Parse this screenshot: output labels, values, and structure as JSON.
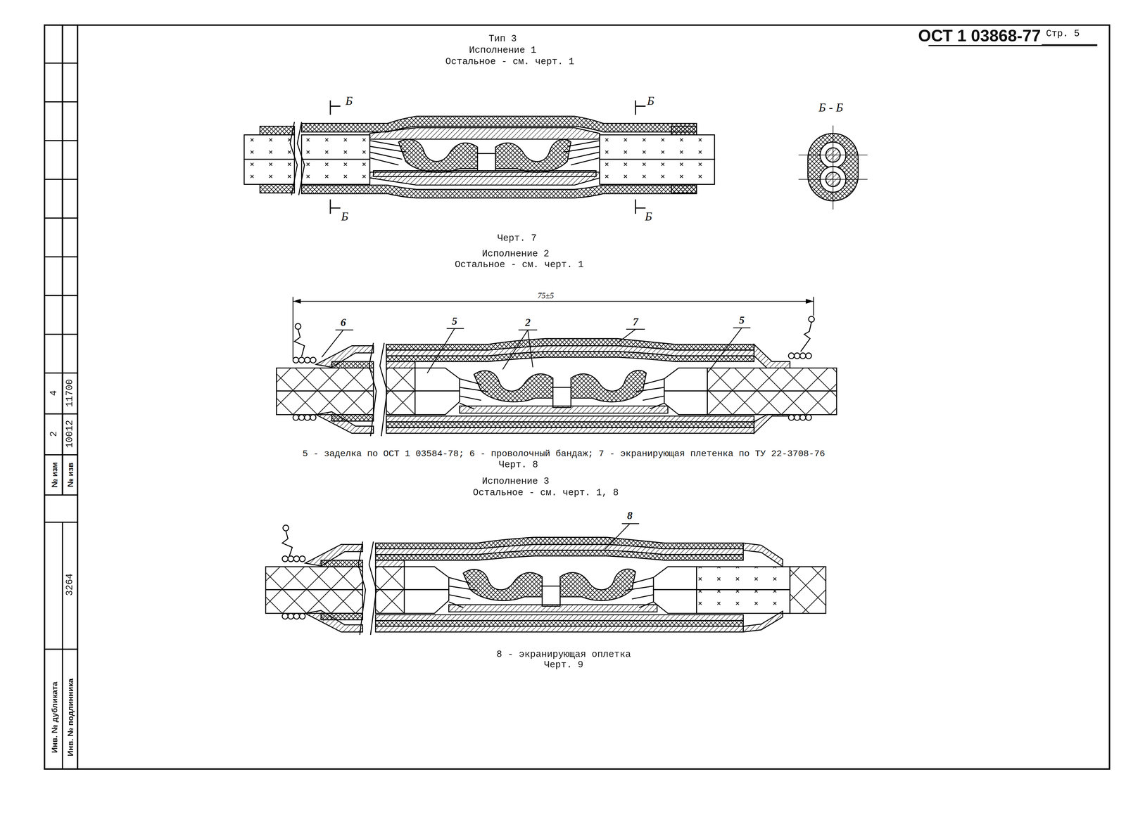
{
  "diagram": {
    "labels": [
      "ОСТ 1 03868-77",
      "Стр. 5",
      "Тип 3",
      "Исполнение 1",
      "Остальное - см. черт. 1",
      "Б",
      "Б",
      "Б",
      "Б",
      "Б - Б",
      "Черт. 7",
      "Исполнение 2",
      "Остальное - см. черт. 1",
      "75±5",
      "6",
      "5",
      "2",
      "7",
      "5",
      "5 - заделка по ОСТ 1 03584-78; 6 - проволочный бандаж; 7 - экранирующая плетенка по ТУ 22-3708-76",
      "Черт. 8",
      "Исполнение 3",
      "Остальное - см. черт. 1, 8",
      "8",
      "8 - экранирующая оплетка",
      "Черт. 9",
      "4",
      "11700",
      "2",
      "10012",
      "№ изм",
      "№ изв",
      "3264",
      "Инв. № дубликата",
      "Инв. № подлинника"
    ]
  }
}
